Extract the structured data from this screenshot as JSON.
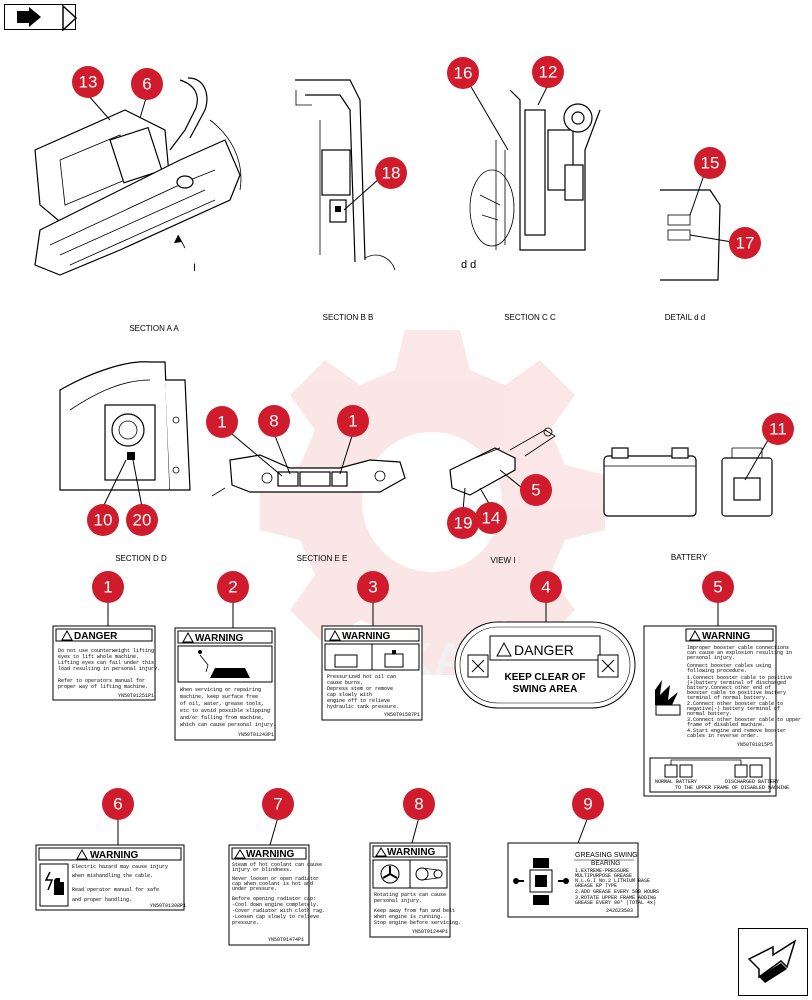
{
  "views": [
    {
      "id": "aa",
      "caption": "SECTION A A",
      "sub_label": "I"
    },
    {
      "id": "bb",
      "caption": "SECTION B B"
    },
    {
      "id": "cc",
      "caption": "SECTION C C",
      "sub_label": "d d"
    },
    {
      "id": "dd_detail",
      "caption": "DETAIL d d"
    },
    {
      "id": "dd",
      "caption": "SECTION D D"
    },
    {
      "id": "ee",
      "caption": "SECTION E E"
    },
    {
      "id": "view1",
      "caption": "VIEW  I"
    },
    {
      "id": "battery",
      "caption": "BATTERY"
    }
  ],
  "callouts": [
    "1",
    "2",
    "3",
    "4",
    "5",
    "6",
    "7",
    "8",
    "9",
    "10",
    "11",
    "12",
    "13",
    "14",
    "15",
    "16",
    "17",
    "18",
    "19",
    "20"
  ],
  "labels": {
    "l1": {
      "title": "DANGER",
      "lines": [
        "Do not use counterweight lifting",
        "eyes to lift whole machine.",
        "Lifting eyes can fail under this",
        "load resulting in personal injury.",
        "",
        "Refer to operators manual for",
        "proper way of lifting machine."
      ],
      "code": "YN50T01251P1"
    },
    "l2": {
      "title": "WARNING",
      "lines": [
        "When servicing or repairing",
        "machine, keep surface free",
        "of oil, water, grease tools,",
        "etc to avoid possible slipping",
        "and/or falling from machine,",
        "which can cause personal injury."
      ],
      "code": "YN50T01243P1"
    },
    "l3": {
      "title": "WARNING",
      "lines": [
        "Pressurized hot oil can",
        "cause burns.",
        "Depress stem or remove",
        "cap slowly with",
        "engine off to relieve",
        "hydraulic tank pressure."
      ],
      "code": "YN50T01587P1"
    },
    "l4": {
      "title": "DANGER",
      "line1": "KEEP CLEAR OF",
      "line2": "SWING   AREA"
    },
    "l5": {
      "title": "WARNING",
      "lines": [
        "Improper booster cable connections",
        "can cause an explosion resulting in",
        "personal injury.",
        "",
        "Connect booster cables using",
        "following procedure.",
        "1.Connect booster cable to positive",
        "(+)battery terminal of discharged",
        "battery.Connect other end of",
        "booster cable to positive battery",
        "terminal of normal battery.",
        "2.Connect other booster cable to",
        "negative(-) battery terminal of",
        "normal battery.",
        "3.Connect other booster cable to upper",
        "frame of disabled machine.",
        "4.Start engine and remove booster",
        "cables in reverse order."
      ],
      "code": "YN50T01815P5",
      "footer1": "NORMAL BATTERY",
      "footer2": "DISCHARGED BATTERY",
      "footer3": "TO THE UPPER FRAME OF DISABLED MACHINE"
    },
    "l6": {
      "title": "WARNING",
      "lines": [
        "Electric hazard may cause injury",
        "when mishandling the cable.",
        "",
        "Read operator manual for safe",
        "and proper handling."
      ],
      "code": "YN50T01308P1"
    },
    "l7": {
      "title": "WARNING",
      "lines": [
        "Steam of hot coolant can cause",
        "injury or blindness.",
        "",
        "Never loosen or open radiator",
        "cap when coolant is hot and",
        "under pressure.",
        "",
        "Before opening radiator cap:",
        "-Cool down engine completely.",
        "-Cover radiator with cloth rag.",
        "-Loosen cap slowly to relieve",
        "pressure."
      ],
      "code": "YN50T01474P1"
    },
    "l8": {
      "title": "WARNING",
      "lines": [
        "Rotating parts can cause",
        "personal injury.",
        "",
        "Keep away from fan and belt",
        "when engine is running.",
        "Stop engine before servicing."
      ],
      "code": "YN50T01244P1"
    },
    "l9": {
      "title": "GREASING SWING",
      "subtitle": "BEARING",
      "lines": [
        "1.EXTREME-PRESSURE",
        "  MULTIPURPOSE GREASE",
        "  N.L.G.I No.2 LITHIUM BASE",
        "  GREASE EP TYPE",
        "2.ADD GREASE EVERY 500 HOURS",
        "3.ROTATE UPPER FRAME ADDING",
        "  GREASE EVERY 90° (TOTAL 4x)"
      ],
      "code": "2426Z3503"
    }
  },
  "colors": {
    "callout": "#cf1b2b",
    "watermark": "#f5c9c9"
  },
  "icons": {
    "nav_top": "right-arrow-tab-icon",
    "nav_bottom": "next-page-arrow-icon"
  }
}
